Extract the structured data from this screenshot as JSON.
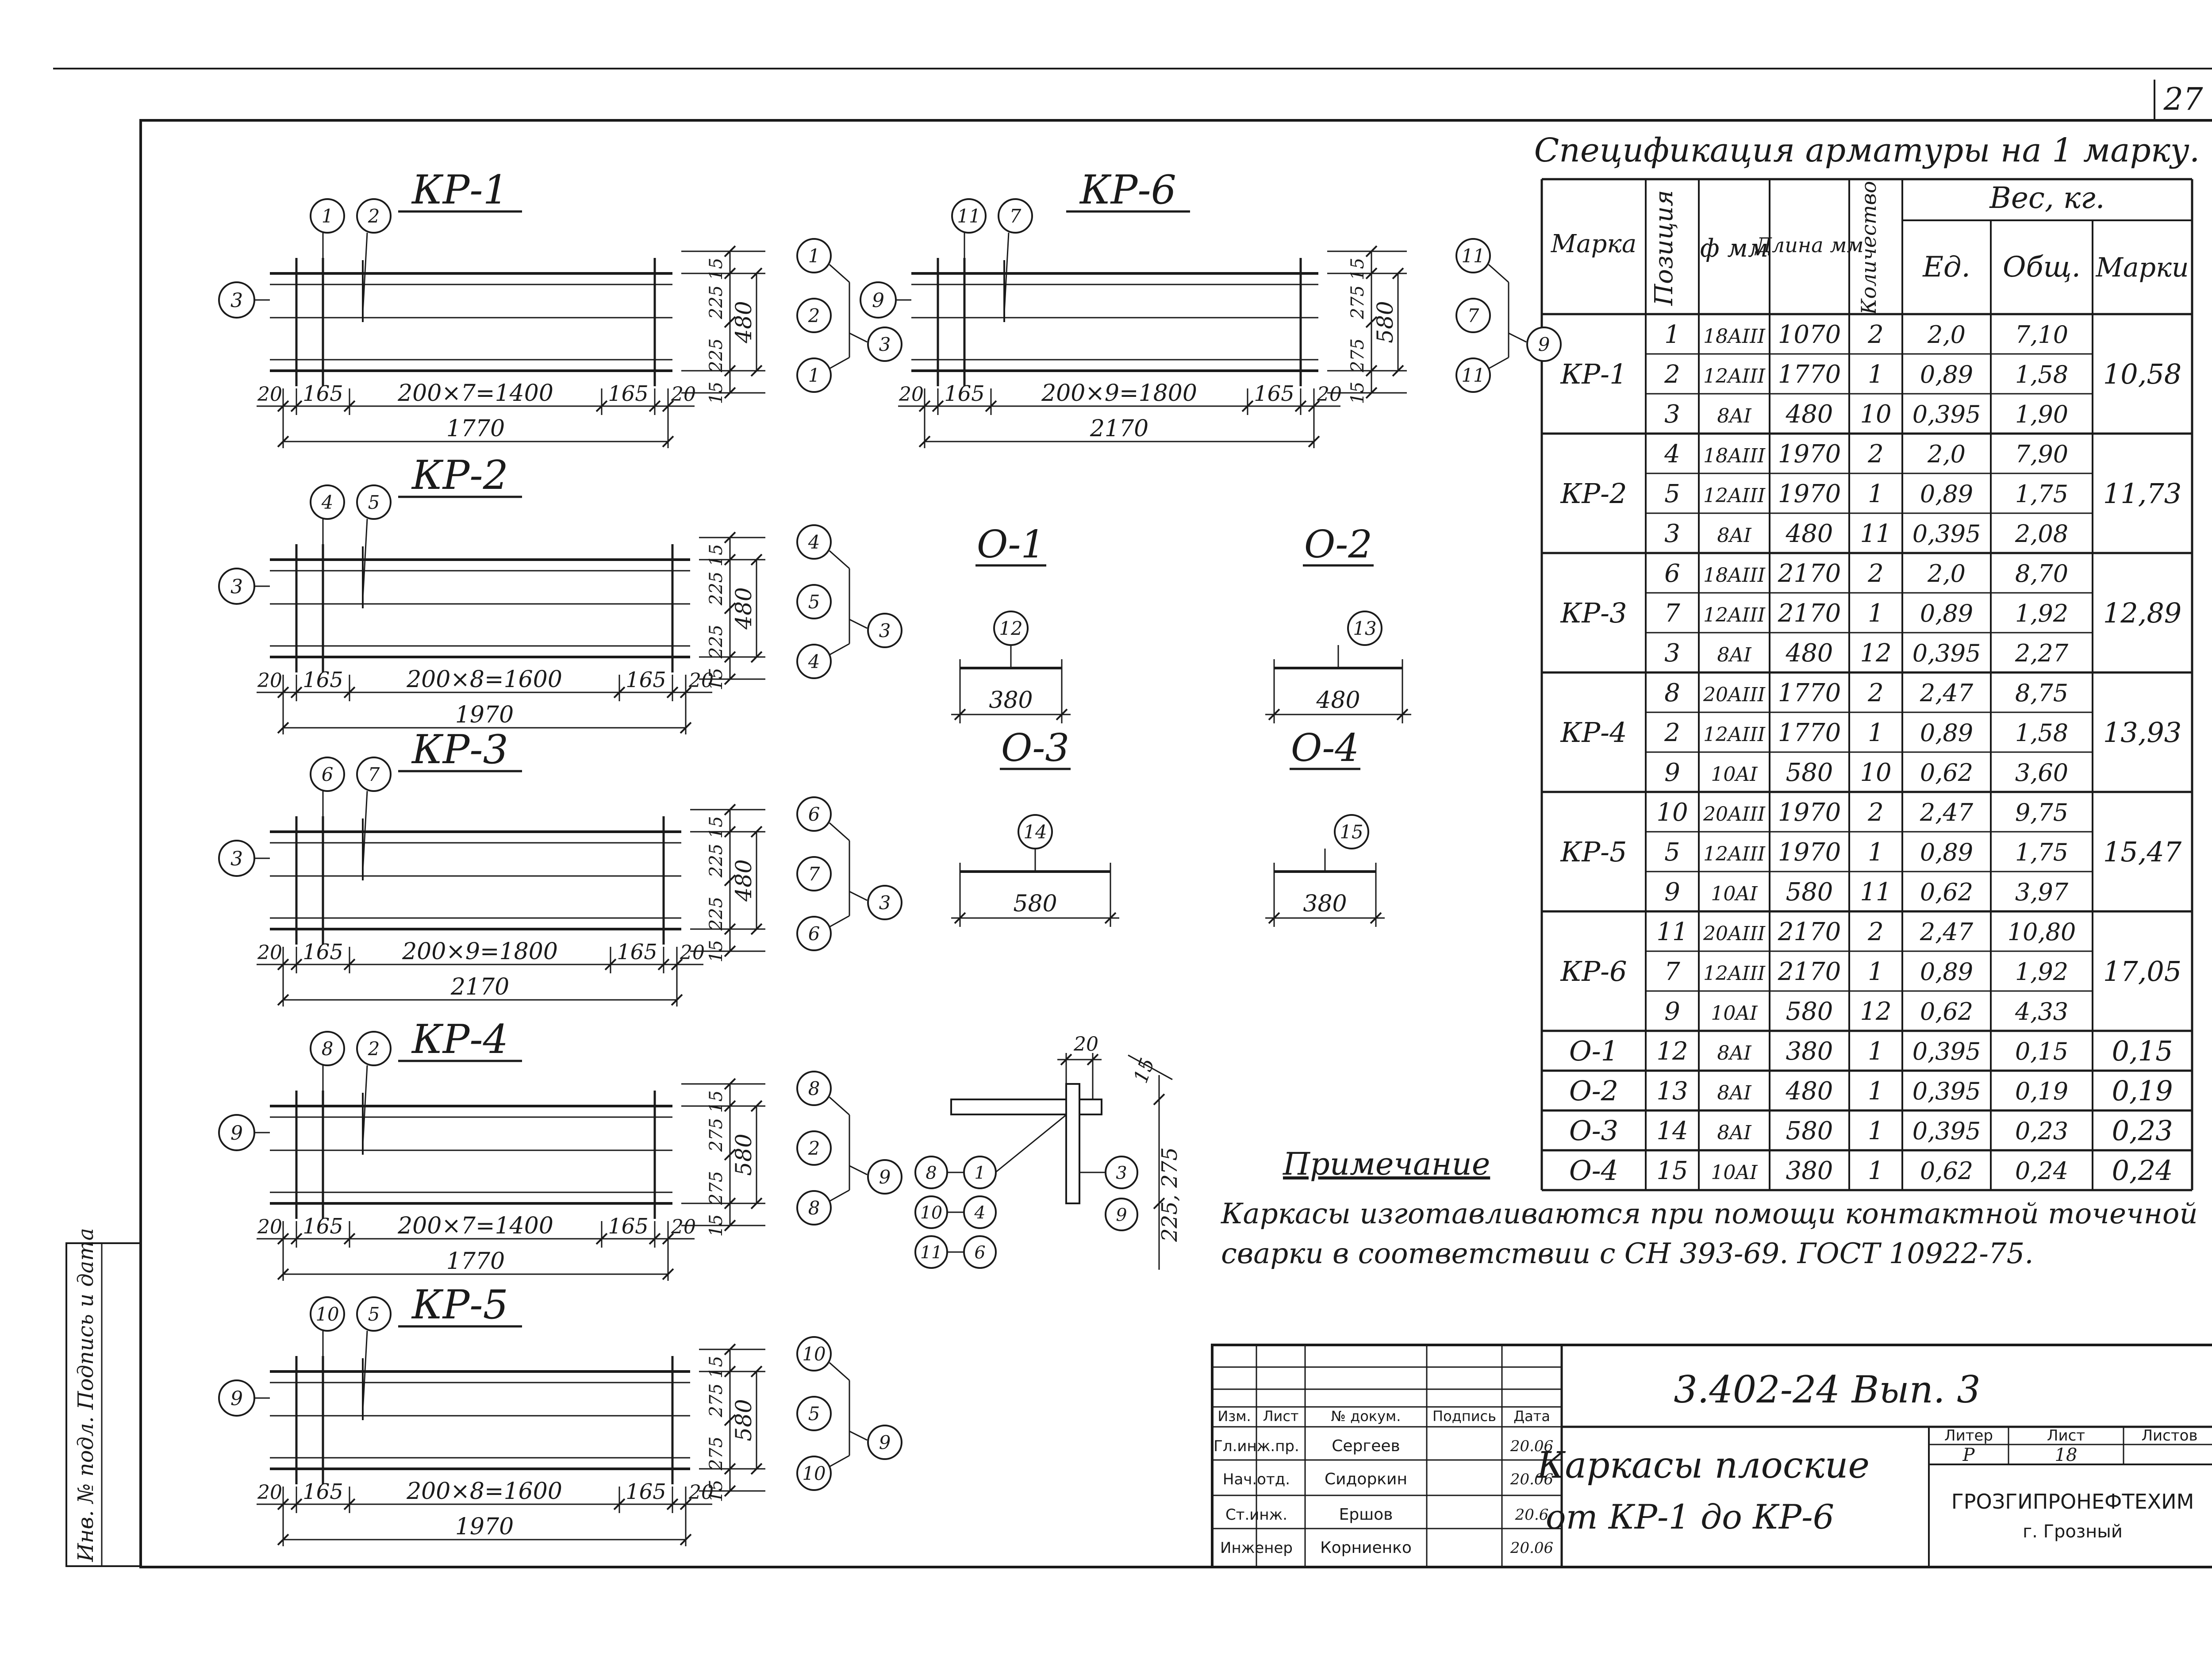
{
  "page_number": "27",
  "spec": {
    "title": "Спецификация арматуры на 1 марку.",
    "headers": {
      "mark": "Марка",
      "position": "Позиция",
      "diameter": "ф мм",
      "length": "Длина мм",
      "quantity": "Количество",
      "weight": "Вес, кг.",
      "unit": "Ед.",
      "total": "Общ.",
      "per_mark": "Марки"
    },
    "groups": [
      {
        "mark": "КР-1",
        "mark_total": "10,58",
        "rows": [
          {
            "pos": "1",
            "dia": "18AIII",
            "len": "1070",
            "qty": "2",
            "unit": "2,0",
            "total": "7,10"
          },
          {
            "pos": "2",
            "dia": "12AIII",
            "len": "1770",
            "qty": "1",
            "unit": "0,89",
            "total": "1,58"
          },
          {
            "pos": "3",
            "dia": "8AI",
            "len": "480",
            "qty": "10",
            "unit": "0,395",
            "total": "1,90"
          }
        ]
      },
      {
        "mark": "КР-2",
        "mark_total": "11,73",
        "rows": [
          {
            "pos": "4",
            "dia": "18AIII",
            "len": "1970",
            "qty": "2",
            "unit": "2,0",
            "total": "7,90"
          },
          {
            "pos": "5",
            "dia": "12AIII",
            "len": "1970",
            "qty": "1",
            "unit": "0,89",
            "total": "1,75"
          },
          {
            "pos": "3",
            "dia": "8AI",
            "len": "480",
            "qty": "11",
            "unit": "0,395",
            "total": "2,08"
          }
        ]
      },
      {
        "mark": "КР-3",
        "mark_total": "12,89",
        "rows": [
          {
            "pos": "6",
            "dia": "18AIII",
            "len": "2170",
            "qty": "2",
            "unit": "2,0",
            "total": "8,70"
          },
          {
            "pos": "7",
            "dia": "12AIII",
            "len": "2170",
            "qty": "1",
            "unit": "0,89",
            "total": "1,92"
          },
          {
            "pos": "3",
            "dia": "8AI",
            "len": "480",
            "qty": "12",
            "unit": "0,395",
            "total": "2,27"
          }
        ]
      },
      {
        "mark": "КР-4",
        "mark_total": "13,93",
        "rows": [
          {
            "pos": "8",
            "dia": "20AIII",
            "len": "1770",
            "qty": "2",
            "unit": "2,47",
            "total": "8,75"
          },
          {
            "pos": "2",
            "dia": "12AIII",
            "len": "1770",
            "qty": "1",
            "unit": "0,89",
            "total": "1,58"
          },
          {
            "pos": "9",
            "dia": "10AI",
            "len": "580",
            "qty": "10",
            "unit": "0,62",
            "total": "3,60"
          }
        ]
      },
      {
        "mark": "КР-5",
        "mark_total": "15,47",
        "rows": [
          {
            "pos": "10",
            "dia": "20AIII",
            "len": "1970",
            "qty": "2",
            "unit": "2,47",
            "total": "9,75"
          },
          {
            "pos": "5",
            "dia": "12AIII",
            "len": "1970",
            "qty": "1",
            "unit": "0,89",
            "total": "1,75"
          },
          {
            "pos": "9",
            "dia": "10AI",
            "len": "580",
            "qty": "11",
            "unit": "0,62",
            "total": "3,97"
          }
        ]
      },
      {
        "mark": "КР-6",
        "mark_total": "17,05",
        "rows": [
          {
            "pos": "11",
            "dia": "20AIII",
            "len": "2170",
            "qty": "2",
            "unit": "2,47",
            "total": "10,80"
          },
          {
            "pos": "7",
            "dia": "12AIII",
            "len": "2170",
            "qty": "1",
            "unit": "0,89",
            "total": "1,92"
          },
          {
            "pos": "9",
            "dia": "10AI",
            "len": "580",
            "qty": "12",
            "unit": "0,62",
            "total": "4,33"
          }
        ]
      },
      {
        "mark": "О-1",
        "mark_total": "0,15",
        "rows": [
          {
            "pos": "12",
            "dia": "8AI",
            "len": "380",
            "qty": "1",
            "unit": "0,395",
            "total": "0,15"
          }
        ]
      },
      {
        "mark": "О-2",
        "mark_total": "0,19",
        "rows": [
          {
            "pos": "13",
            "dia": "8AI",
            "len": "480",
            "qty": "1",
            "unit": "0,395",
            "total": "0,19"
          }
        ]
      },
      {
        "mark": "О-3",
        "mark_total": "0,23",
        "rows": [
          {
            "pos": "14",
            "dia": "8AI",
            "len": "580",
            "qty": "1",
            "unit": "0,395",
            "total": "0,23"
          }
        ]
      },
      {
        "mark": "О-4",
        "mark_total": "0,24",
        "rows": [
          {
            "pos": "15",
            "dia": "10AI",
            "len": "380",
            "qty": "1",
            "unit": "0,62",
            "total": "0,24"
          }
        ]
      }
    ]
  },
  "frames": [
    {
      "title": "КР-1",
      "top_marks": [
        "1",
        "2"
      ],
      "left_mark": "3",
      "right_marks": [
        "1",
        "2",
        "1"
      ],
      "right_tie": "3",
      "pitch_label": "200×7=1400",
      "total_label": "1770",
      "end_left": "165",
      "end_right": "165",
      "edge": "20",
      "h_top": "15",
      "h_seg1": "225",
      "h_seg2": "225",
      "h_bot": "15",
      "h_total": "480"
    },
    {
      "title": "КР-2",
      "top_marks": [
        "4",
        "5"
      ],
      "left_mark": "3",
      "right_marks": [
        "4",
        "5",
        "4"
      ],
      "right_tie": "3",
      "pitch_label": "200×8=1600",
      "total_label": "1970",
      "end_left": "165",
      "end_right": "165",
      "edge": "20",
      "h_top": "15",
      "h_seg1": "225",
      "h_seg2": "225",
      "h_bot": "15",
      "h_total": "480"
    },
    {
      "title": "КР-3",
      "top_marks": [
        "6",
        "7"
      ],
      "left_mark": "3",
      "right_marks": [
        "6",
        "7",
        "6"
      ],
      "right_tie": "3",
      "pitch_label": "200×9=1800",
      "total_label": "2170",
      "end_left": "165",
      "end_right": "165",
      "edge": "20",
      "h_top": "15",
      "h_seg1": "225",
      "h_seg2": "225",
      "h_bot": "15",
      "h_total": "480"
    },
    {
      "title": "КР-4",
      "top_marks": [
        "8",
        "2"
      ],
      "left_mark": "9",
      "right_marks": [
        "8",
        "2",
        "8"
      ],
      "right_tie": "9",
      "pitch_label": "200×7=1400",
      "total_label": "1770",
      "end_left": "165",
      "end_right": "165",
      "edge": "20",
      "h_top": "15",
      "h_seg1": "275",
      "h_seg2": "275",
      "h_bot": "15",
      "h_total": "580"
    },
    {
      "title": "КР-5",
      "top_marks": [
        "10",
        "5"
      ],
      "left_mark": "9",
      "right_marks": [
        "10",
        "5",
        "10"
      ],
      "right_tie": "9",
      "pitch_label": "200×8=1600",
      "total_label": "1970",
      "end_left": "165",
      "end_right": "165",
      "edge": "20",
      "h_top": "15",
      "h_seg1": "275",
      "h_seg2": "275",
      "h_bot": "15",
      "h_total": "580"
    },
    {
      "title": "КР-6",
      "top_marks": [
        "11",
        "7"
      ],
      "left_mark": "9",
      "right_marks": [
        "11",
        "7",
        "11"
      ],
      "right_tie": "9",
      "pitch_label": "200×9=1800",
      "total_label": "2170",
      "end_left": "165",
      "end_right": "165",
      "edge": "20",
      "h_top": "15",
      "h_seg1": "275",
      "h_seg2": "275",
      "h_bot": "15",
      "h_total": "580"
    }
  ],
  "bars": [
    {
      "title": "О-1",
      "mark": "12",
      "length": "380"
    },
    {
      "title": "О-2",
      "mark": "13",
      "length": "480"
    },
    {
      "title": "О-3",
      "mark": "14",
      "length": "580"
    },
    {
      "title": "О-4",
      "mark": "15",
      "length": "380"
    }
  ],
  "node": {
    "dim_top": "20",
    "dim_side1": "15",
    "dim_side2": "225, 275",
    "left_marks": [
      [
        "8",
        "1"
      ],
      [
        "10",
        "4"
      ],
      [
        "11",
        "6"
      ]
    ],
    "right_marks": [
      "3",
      "9"
    ]
  },
  "note": {
    "title": "Примечание",
    "line1": "Каркасы изготавливаются при помощи контактной точечной",
    "line2": "сварки в соответствии с СН 393-69.   ГОСТ 10922-75."
  },
  "title_block": {
    "code": "3.402-24",
    "issue": "Вып. 3",
    "name_line1": "Каркасы плоские",
    "name_line2": "от КР-1 до КР-6",
    "org_line1": "ГРОЗГИПРОНЕФТЕХИМ",
    "org_line2": "г. Грозный",
    "col_headers": [
      "Изм.",
      "Лист",
      "№ докум.",
      "Подпись",
      "Дата"
    ],
    "stage_headers": [
      "Литер",
      "Лист",
      "Листов"
    ],
    "stage_values": [
      "Р",
      "18",
      ""
    ],
    "staff": [
      {
        "role": "Гл.инж.пр.",
        "name": "Сергеев",
        "date": "20.06"
      },
      {
        "role": "Нач.отд.",
        "name": "Сидоркин",
        "date": "20.06"
      },
      {
        "role": "Ст.инж.",
        "name": "Ершов",
        "date": "20.6"
      },
      {
        "role": "Инженер",
        "name": "Корниенко",
        "date": "20.06"
      }
    ]
  },
  "side_stamp": "Инв. № подл.  Подпись и дата"
}
